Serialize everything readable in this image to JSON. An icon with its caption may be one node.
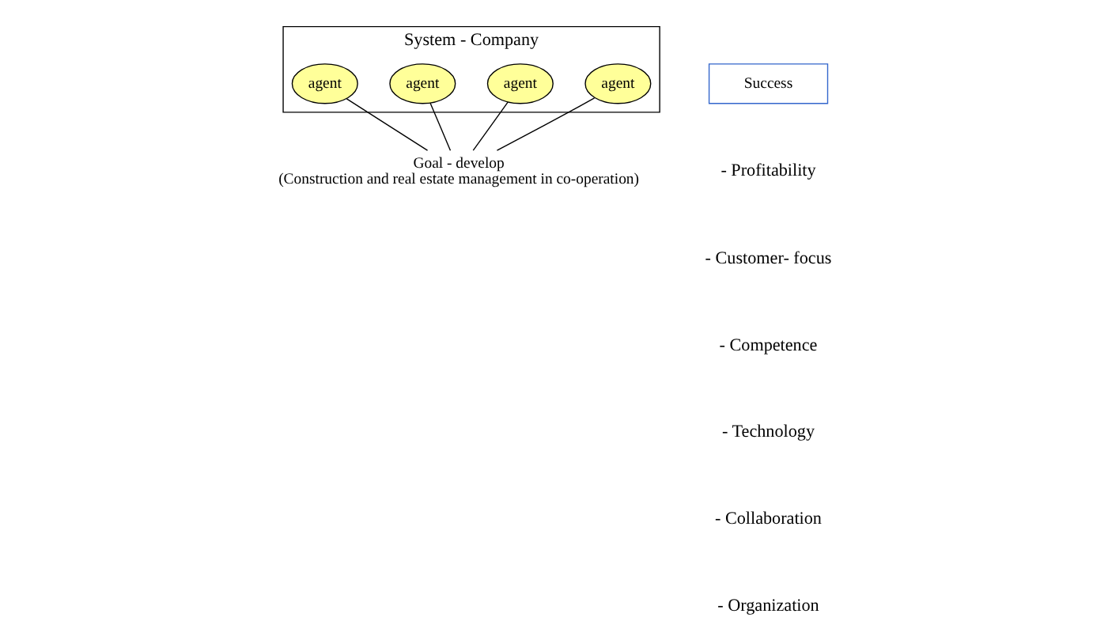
{
  "diagram": {
    "nodes": [
      {
        "text": [
          "System - Company"
        ]
      },
      {
        "text": [
          "agent"
        ],
        "in": 0
      },
      {
        "text": [
          "agent"
        ],
        "in": 0
      },
      {
        "text": [
          "agent"
        ],
        "in": 0
      },
      {
        "text": [
          "agent"
        ],
        "in": 0
      },
      {
        "text": [
          "Goal - develop",
          "(Construction and real estate management in co-operation)"
        ]
      },
      {
        "text": [
          "Success"
        ]
      }
    ],
    "edges": [
      {
        "from": 1,
        "to": 5,
        "arrow": "none"
      },
      {
        "from": 2,
        "to": 5,
        "arrow": "none"
      },
      {
        "from": 3,
        "to": 5,
        "arrow": "none"
      },
      {
        "from": 4,
        "to": 5,
        "arrow": "none"
      }
    ],
    "labels": [
      "- Profitability",
      "- Customer- focus",
      "- Competence",
      "- Technology",
      "- Collaboration",
      "- Organization"
    ]
  }
}
